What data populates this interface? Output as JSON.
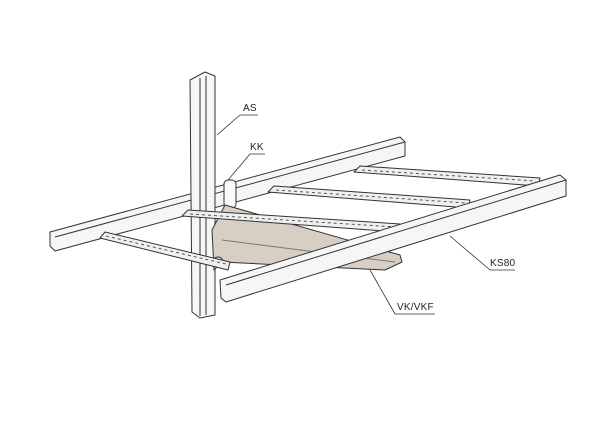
{
  "labels": {
    "as": "AS",
    "kk": "KK",
    "ks80": "KS80",
    "vk_vkf": "VK/VKF"
  },
  "colors": {
    "line": "#333333",
    "bracket": "#d8cfc4",
    "steel": "#f4f4f4"
  }
}
